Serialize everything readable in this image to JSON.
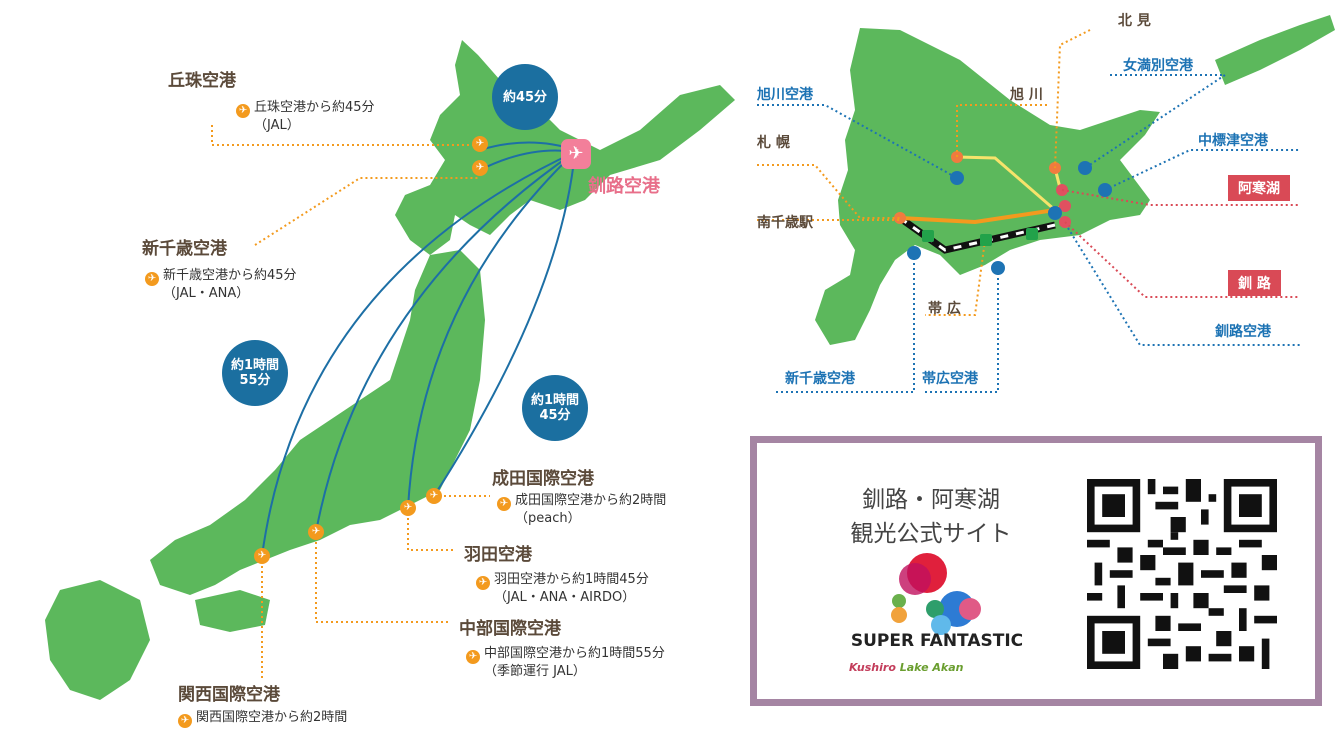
{
  "left_map": {
    "destination": "釧路空港",
    "durations": [
      "約45分",
      "約1時間55分",
      "約1時間45分"
    ],
    "duration_lines": [
      [
        "約45分"
      ],
      [
        "約1時間",
        "55分"
      ],
      [
        "約1時間",
        "45分"
      ]
    ],
    "airports": [
      {
        "name": "丘珠空港",
        "detail": "丘珠空港から約45分",
        "sub": "（JAL）"
      },
      {
        "name": "新千歳空港",
        "detail": "新千歳空港から約45分",
        "sub": "（JAL・ANA）"
      },
      {
        "name": "成田国際空港",
        "detail": "成田国際空港から約2時間",
        "sub": "（peach）"
      },
      {
        "name": "羽田空港",
        "detail": "羽田空港から約1時間45分",
        "sub": "（JAL・ANA・AIRDO）"
      },
      {
        "name": "中部国際空港",
        "detail": "中部国際空港から約1時間55分",
        "sub": "（季節運行 JAL）"
      },
      {
        "name": "関西国際空港",
        "detail": "関西国際空港から約2時間",
        "sub": ""
      }
    ]
  },
  "right_map": {
    "labels": {
      "kitami": "北 見",
      "asahikawa": "旭 川",
      "asahikawa_airport": "旭川空港",
      "memanbetsu_airport": "女満別空港",
      "sapporo": "札 幌",
      "nakashibetsu_airport": "中標津空港",
      "minami_chitose": "南千歳駅",
      "akanko": "阿寒湖",
      "kushiro": "釧 路",
      "kushiro_airport": "釧路空港",
      "obihiro": "帯 広",
      "new_chitose_airport": "新千歳空港",
      "obihiro_airport": "帯広空港"
    }
  },
  "qr_panel": {
    "site_line1": "釧路・阿寒湖",
    "site_line2": "観光公式サイト",
    "brand": "SUPER FANTASTIC",
    "tag_kushiro": "Kushiro",
    "tag_akan": "Lake Akan"
  },
  "colors": {
    "land": "#5cb85c",
    "route": "#1d6fa5",
    "accent_orange": "#f39a1e",
    "kushiro_pink": "#e86f8a",
    "red_tag": "#d94a56",
    "qr_frame": "#a585a3"
  }
}
